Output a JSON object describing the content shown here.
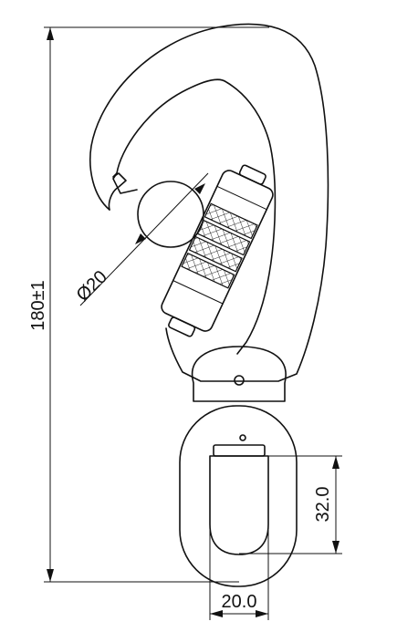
{
  "dimensions": {
    "overall_length": "180±1",
    "gate_ball_diameter": "Ø20",
    "eye_inner_length": "32.0",
    "eye_inner_width": "20.0"
  },
  "colors": {
    "line": "#111111",
    "background": "#ffffff"
  }
}
